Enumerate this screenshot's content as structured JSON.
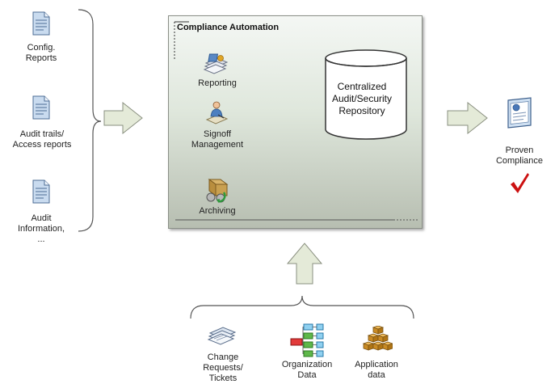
{
  "inputs": {
    "config_reports": "Config.\nReports",
    "audit_trails": "Audit trails/\nAccess reports",
    "audit_information": "Audit\nInformation,\n..."
  },
  "main": {
    "title": "Compliance Automation",
    "reporting": "Reporting",
    "signoff": "Signoff\nManagement",
    "archiving": "Archiving",
    "repository": "Centralized\nAudit/Security\nRepository"
  },
  "output": {
    "label": "Proven\nCompliance"
  },
  "sources": {
    "change_requests": "Change\nRequests/\nTickets",
    "organization_data": "Organization\nData",
    "application_data": "Application\ndata"
  },
  "colors": {
    "arrow_fill": "#e4ead8",
    "arrow_stroke": "#8a9080",
    "check": "#cc1111",
    "doc_fill": "#c9dbef",
    "doc_stroke": "#4d6d96"
  }
}
